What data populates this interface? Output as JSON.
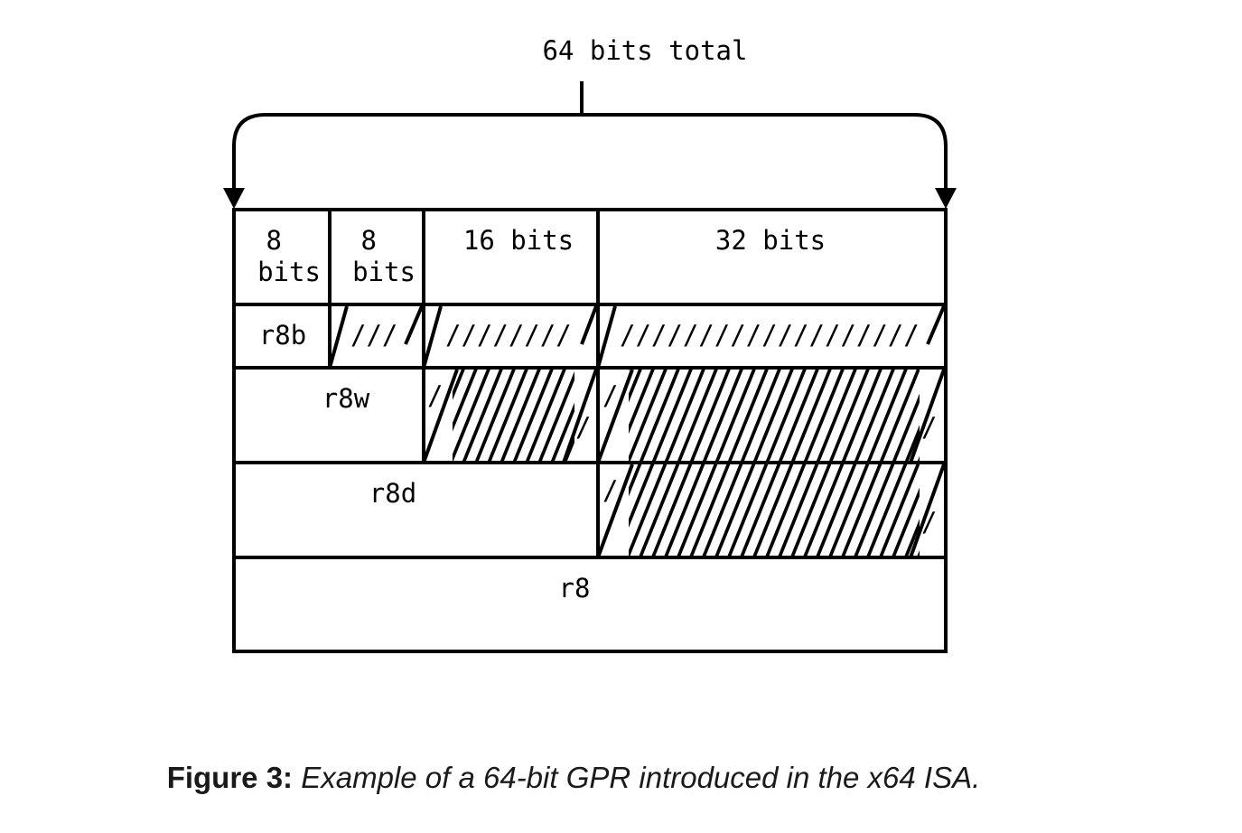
{
  "diagram": {
    "total_label": "64 bits total",
    "header": {
      "byte0": [
        "8",
        "bits"
      ],
      "byte1": [
        "8",
        "bits"
      ],
      "word_hi": "16 bits",
      "dword_hi": "32 bits"
    },
    "rows": {
      "r8b": "r8b",
      "r8w": "r8w",
      "r8d": "r8d",
      "r8": "r8"
    },
    "hatch": {
      "light_b": "///",
      "light_c": "////////",
      "light_d": "///////////////////",
      "dense_edge": "/"
    }
  },
  "caption": {
    "label": "Figure 3:",
    "text": "Example of a 64-bit GPR introduced in the x64 ISA."
  }
}
